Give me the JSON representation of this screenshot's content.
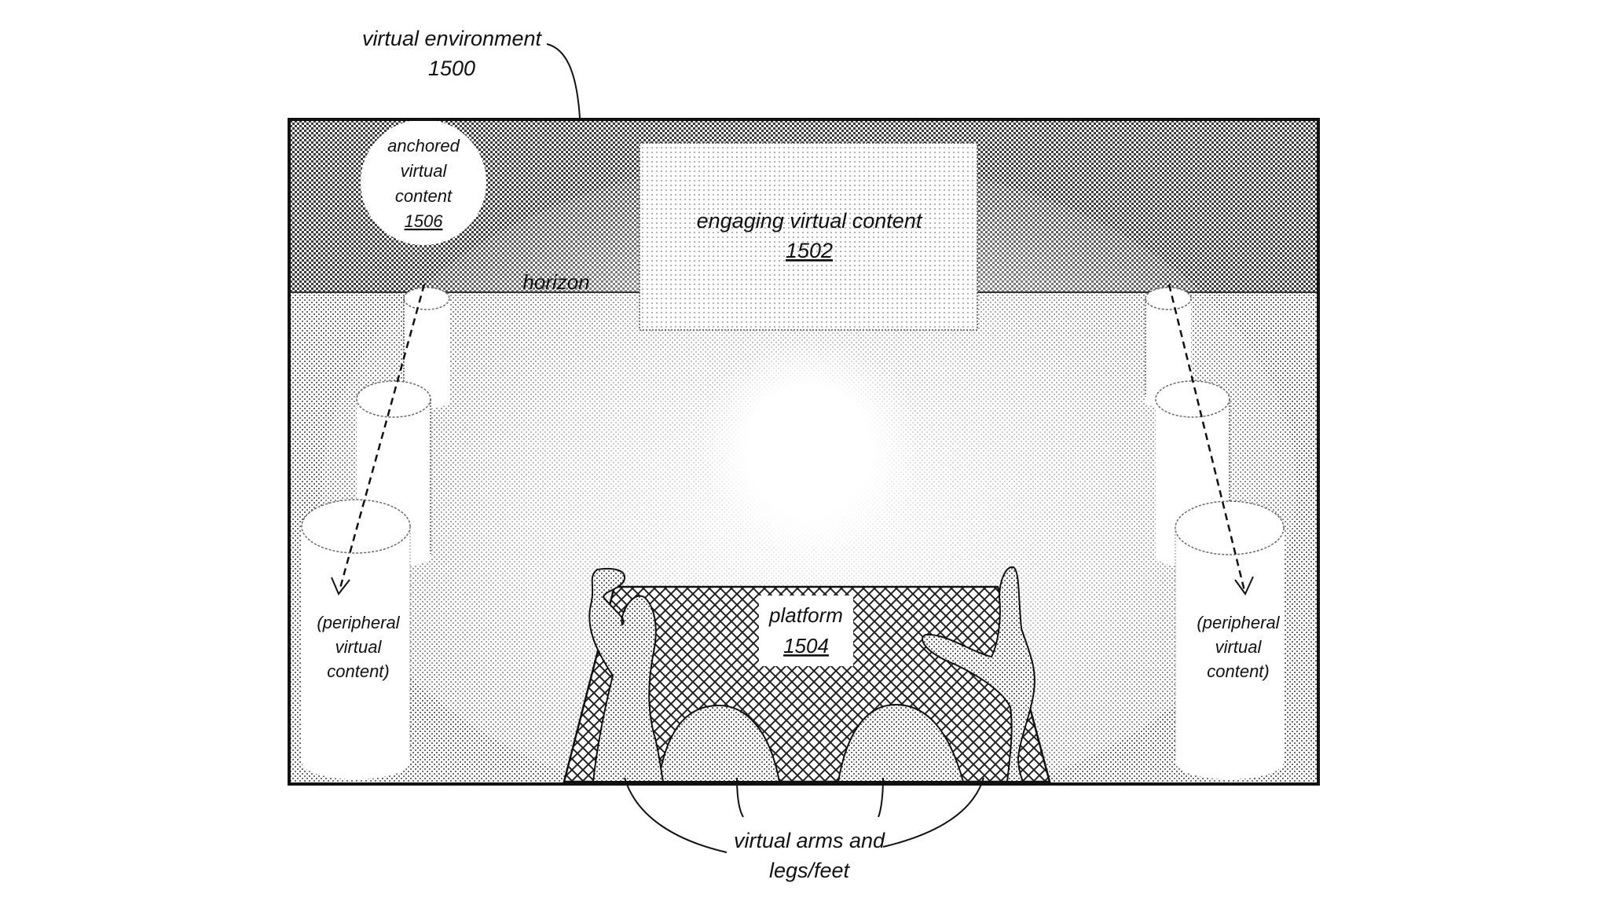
{
  "figure": {
    "environment": {
      "label": "virtual environment",
      "ref": "1500"
    },
    "horizon": {
      "label": "horizon"
    },
    "engaging_content": {
      "label": "engaging virtual content",
      "ref": "1502"
    },
    "anchored_content": {
      "lines": [
        "anchored",
        "virtual",
        "content"
      ],
      "ref": "1506"
    },
    "platform": {
      "label": "platform",
      "ref": "1504"
    },
    "peripheral_left": {
      "lines": [
        "(peripheral",
        "virtual",
        "content)"
      ]
    },
    "peripheral_right": {
      "lines": [
        "(peripheral",
        "virtual",
        "content)"
      ]
    },
    "body_callout": {
      "lines": [
        "virtual arms and",
        "legs/feet"
      ]
    }
  },
  "colors": {
    "ink": "#111111",
    "background": "#ffffff",
    "dot_dark": "#3a3a3a",
    "dot_light": "#9a9a9a"
  }
}
